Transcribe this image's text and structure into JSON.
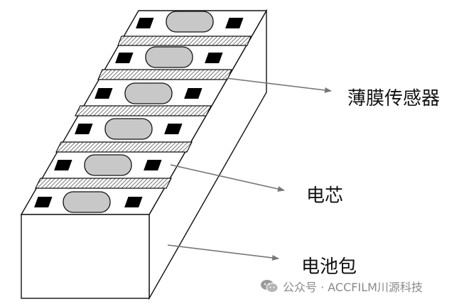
{
  "labels": {
    "sensor": "薄膜传感器",
    "cell": "电芯",
    "pack": "电池包"
  },
  "watermark": {
    "icon": "wechat-icon",
    "text": "公众号 · ACCFILM川源科技"
  },
  "colors": {
    "stroke": "#111111",
    "cell_fill": "#c8c8c8",
    "terminal": "#000000",
    "arrow": "#777777",
    "watermark": "#8a8a8a"
  }
}
